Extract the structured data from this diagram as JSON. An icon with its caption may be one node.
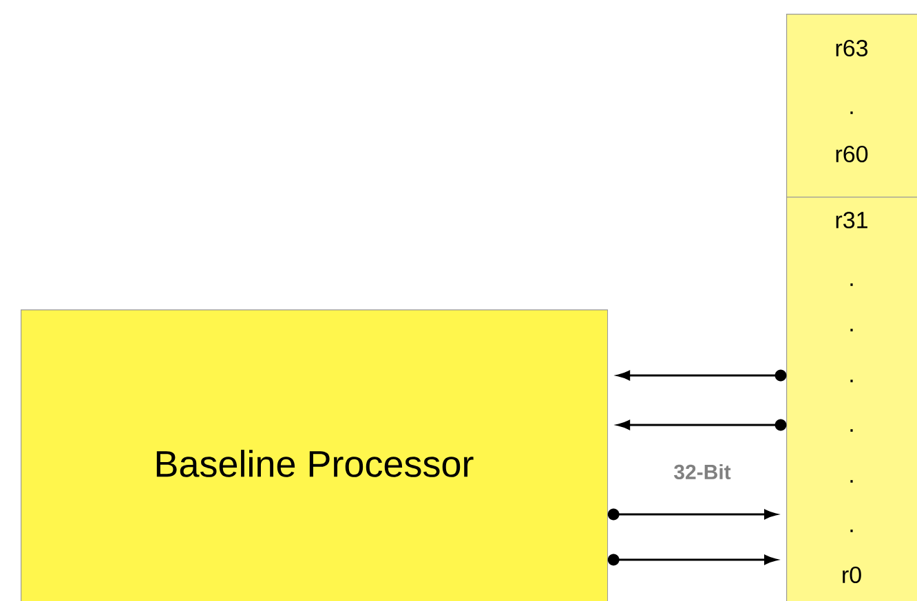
{
  "diagram": {
    "nodes": [
      {
        "text": [
          "Baseline Processor"
        ]
      },
      {
        "text": [
          "r63",
          ".",
          "r60"
        ]
      },
      {
        "text": [
          "r31",
          ".",
          ".",
          ".",
          ".",
          ".",
          ".",
          "r0"
        ]
      }
    ],
    "edges": [
      {
        "from": 2,
        "to": 0,
        "arrow": "to"
      },
      {
        "from": 2,
        "to": 0,
        "arrow": "to"
      },
      {
        "from": 0,
        "to": 2,
        "arrow": "to"
      },
      {
        "from": 0,
        "to": 2,
        "arrow": "to"
      }
    ],
    "labels": [
      "32-Bit"
    ]
  }
}
